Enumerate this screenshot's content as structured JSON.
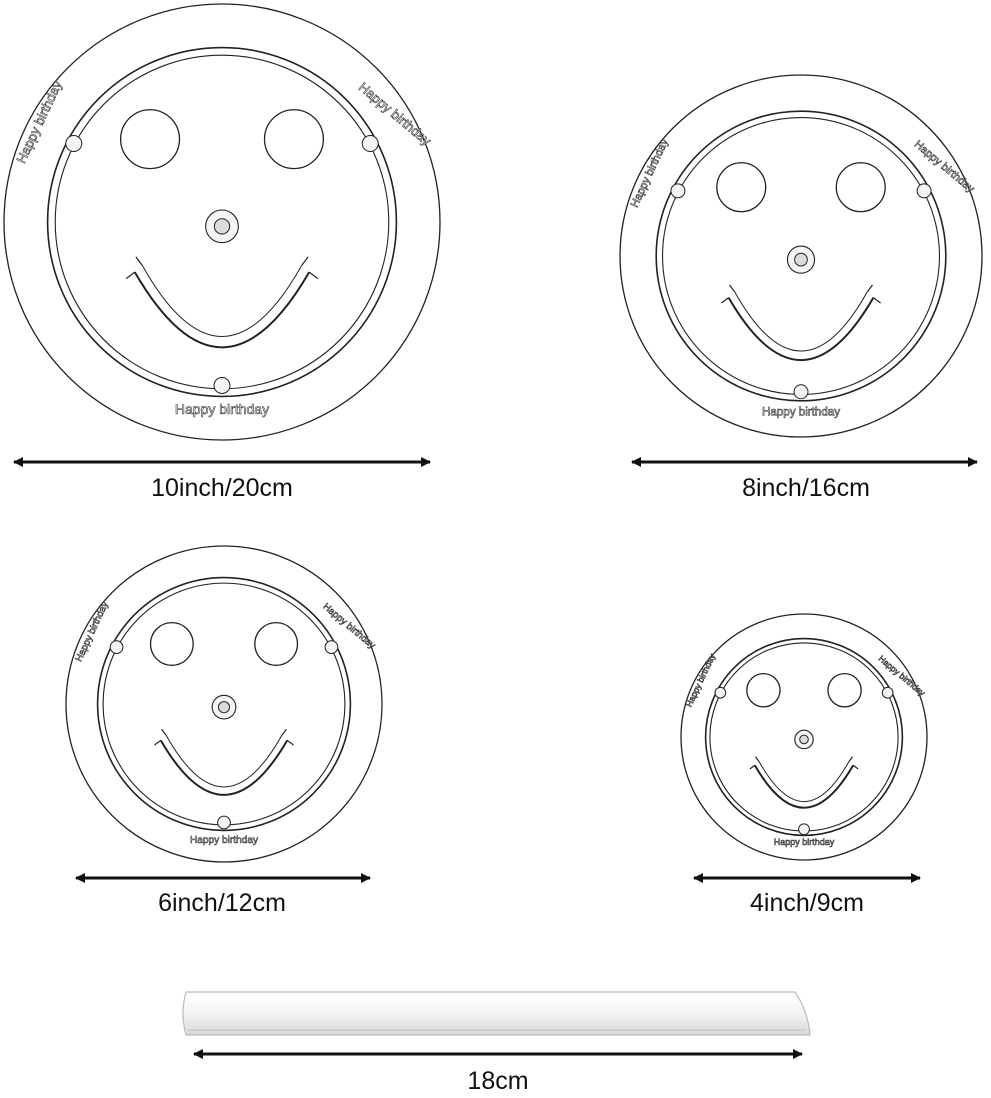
{
  "products": [
    {
      "id": "disc-10",
      "size_label": "10inch/20cm",
      "engraving": "Happy birthday"
    },
    {
      "id": "disc-8",
      "size_label": "8inch/16cm",
      "engraving": "Happy birthday"
    },
    {
      "id": "disc-6",
      "size_label": "6inch/12cm",
      "engraving": "Happy birthday"
    },
    {
      "id": "disc-4",
      "size_label": "4inch/9cm",
      "engraving": "Happy birthday"
    }
  ],
  "rod": {
    "size_label": "18cm"
  },
  "colors": {
    "line": "#222222",
    "arrow": "#111111",
    "rod_fill": "#f2f2f2"
  }
}
